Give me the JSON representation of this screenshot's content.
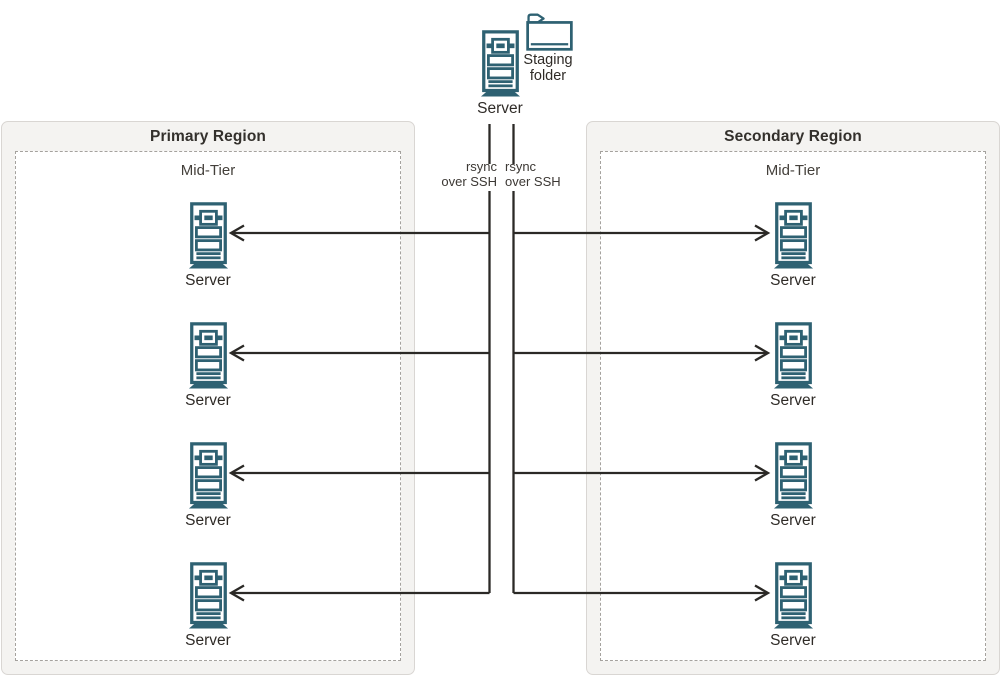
{
  "colors": {
    "server-icon": "#2e6172",
    "connector": "#2b2926",
    "region-fill": "#f4f3f1",
    "region-border": "#d9d6d3",
    "dashed-border": "#a5a29e",
    "title-text": "#33302c",
    "label-text": "#2f2b27",
    "subtle-text": "#3c3834"
  },
  "staging": {
    "server_label": "Server",
    "folder_label": "Staging folder"
  },
  "sync": {
    "left": {
      "line1": "rsync",
      "line2": "over SSH"
    },
    "right": {
      "line1": "rsync",
      "line2": "over SSH"
    }
  },
  "primary": {
    "title": "Primary Region",
    "tier_label": "Mid-Tier",
    "servers": [
      {
        "label": "Server"
      },
      {
        "label": "Server"
      },
      {
        "label": "Server"
      },
      {
        "label": "Server"
      }
    ]
  },
  "secondary": {
    "title": "Secondary Region",
    "tier_label": "Mid-Tier",
    "servers": [
      {
        "label": "Server"
      },
      {
        "label": "Server"
      },
      {
        "label": "Server"
      },
      {
        "label": "Server"
      }
    ]
  }
}
